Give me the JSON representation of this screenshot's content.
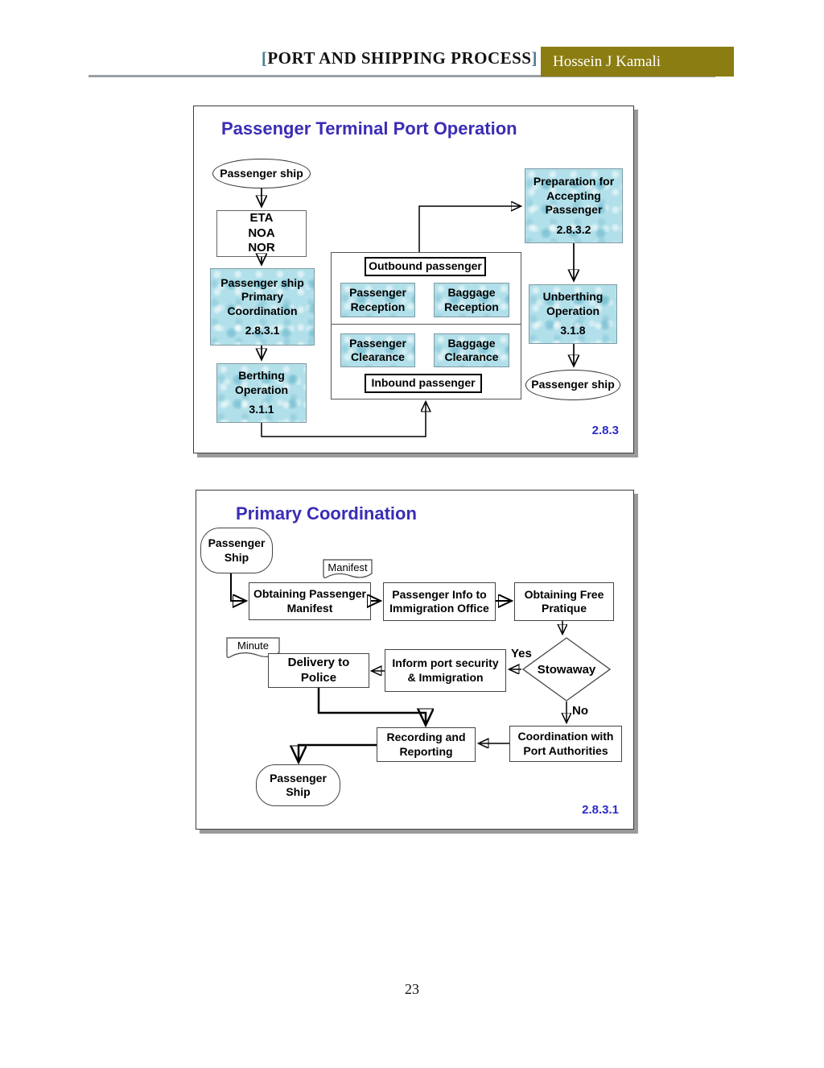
{
  "header": {
    "bracket_open": "[",
    "title_text": "PORT AND SHIPPING PROCESS",
    "bracket_close": "]",
    "author": "Hossein J Kamali"
  },
  "colors": {
    "band_olive": "#8b7d11",
    "title_blue": "#3a2db4",
    "ref_blue": "#2d2bc6",
    "aqua_texture": "#b2e0ea"
  },
  "diagram1": {
    "title": "Passenger Terminal Port Operation",
    "ref": "2.8.3",
    "nodes": {
      "start": "Passenger ship",
      "eta": "ETA\nNOA\nNOR",
      "primary_coordination": {
        "label": "Passenger ship\nPrimary\nCoordination",
        "code": "2.8.3.1"
      },
      "berthing": {
        "label": "Berthing\nOperation",
        "code": "3.1.1"
      },
      "outbound": "Outbound passenger",
      "passenger_reception": "Passenger\nReception",
      "baggage_reception": "Baggage\nReception",
      "passenger_clearance": "Passenger\nClearance",
      "baggage_clearance": "Baggage\nClearance",
      "inbound": "Inbound passenger",
      "preparation": {
        "label": "Preparation for\nAccepting\nPassenger",
        "code": "2.8.3.2"
      },
      "unberthing": {
        "label": "Unberthing\nOperation",
        "code": "3.1.8"
      },
      "end": "Passenger ship"
    }
  },
  "diagram2": {
    "title": "Primary Coordination",
    "ref": "2.8.3.1",
    "nodes": {
      "start": "Passenger\nShip",
      "manifest_doc": "Manifest",
      "obtaining_manifest": "Obtaining Passenger\nManifest",
      "passenger_info": "Passenger Info to\nImmigration Office",
      "free_pratique": "Obtaining Free\nPratique",
      "minute_doc": "Minute",
      "delivery_police": "Delivery to Police",
      "inform_security": "Inform port security\n& Immigration",
      "stowaway": "Stowaway",
      "recording": "Recording and\nReporting",
      "coordination": "Coordination with\nPort Authorities",
      "end": "Passenger\nShip"
    },
    "branch": {
      "yes": "Yes",
      "no": "No"
    }
  },
  "page_number": "23"
}
